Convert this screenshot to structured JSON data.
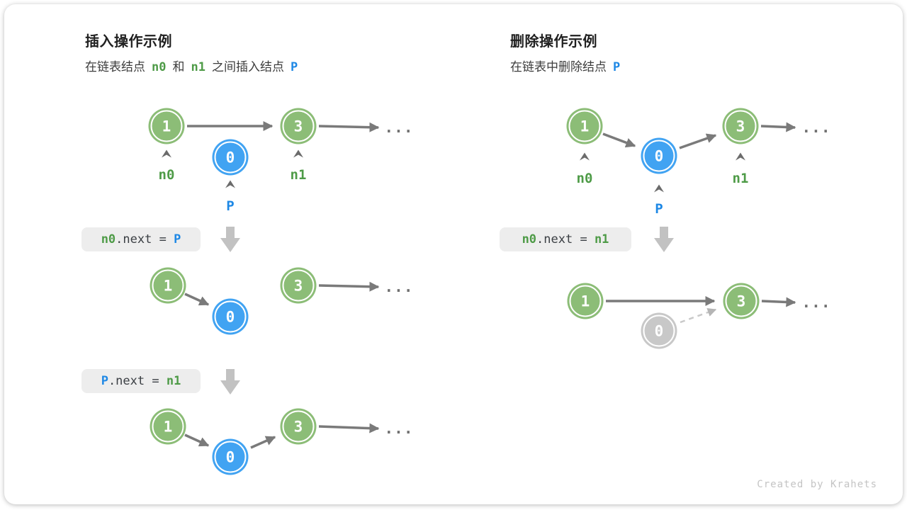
{
  "watermark": "Created by Krahets",
  "colors": {
    "node_green": "#8CBD77",
    "node_blue": "#41A3F2",
    "node_gray": "#C8C8C8",
    "label_green": "#4E9B47",
    "label_blue": "#1E88E5",
    "arrow_gray": "#7A7A7A",
    "arrow_dashed": "#C9C9C9",
    "block_arrow": "#C2C2C2",
    "code_bg": "#EDEDED",
    "code_text": "#3B3F44"
  },
  "insert": {
    "title": "插入操作示例",
    "subtitle": {
      "t1": "在链表结点",
      "n0": "n0",
      "t2": "和",
      "n1": "n1",
      "t3": "之间插入结点",
      "p": "P"
    },
    "nodes": {
      "v1": "1",
      "v3": "3",
      "v0": "0"
    },
    "labels": {
      "n0": "n0",
      "n1": "n1",
      "p": "P"
    },
    "ellipsis": "...",
    "code1": {
      "a": "n0",
      "b": ".next = ",
      "c": "P"
    },
    "code2": {
      "a": "P",
      "b": ".next = ",
      "c": "n1"
    }
  },
  "delete": {
    "title": "删除操作示例",
    "subtitle": {
      "t1": "在链表中删除结点",
      "p": "P"
    },
    "nodes": {
      "v1": "1",
      "v3": "3",
      "v0": "0"
    },
    "labels": {
      "n0": "n0",
      "n1": "n1",
      "p": "P"
    },
    "ellipsis": "...",
    "code1": {
      "a": "n0",
      "b": ".next = ",
      "c": "n1"
    }
  }
}
